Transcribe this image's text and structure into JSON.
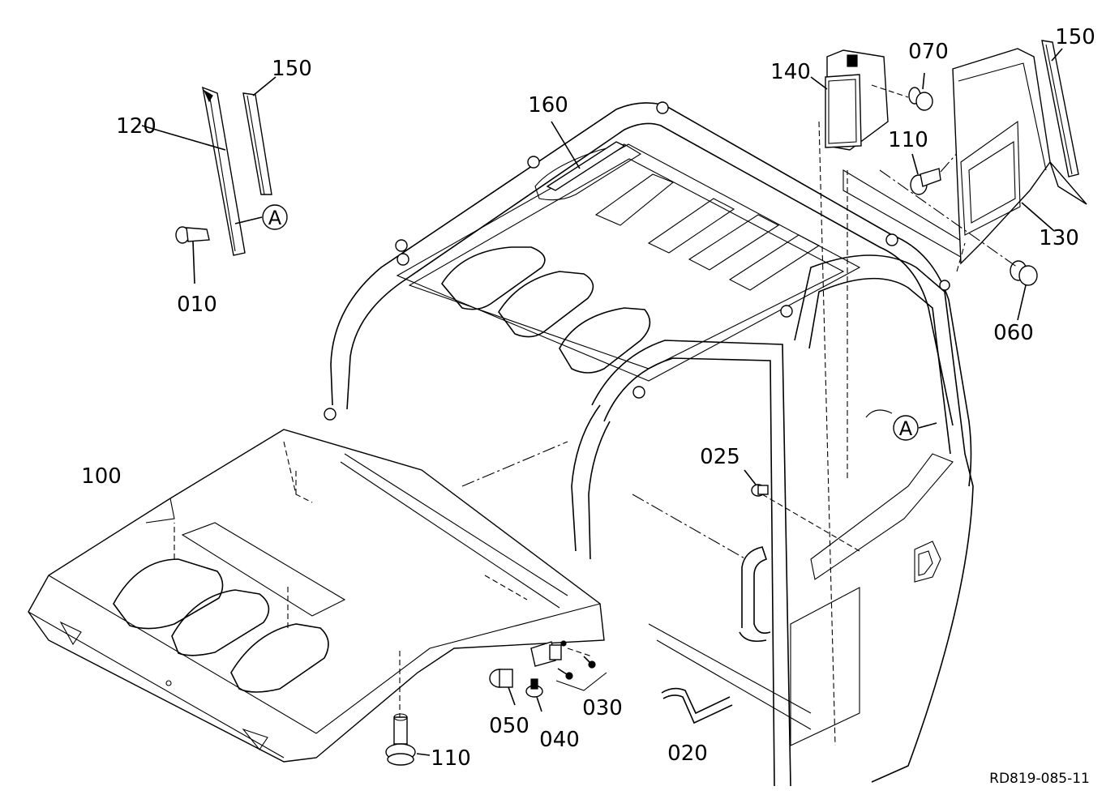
{
  "drawing_code": "RD819-085-11",
  "part_labels": {
    "p150_left": "150",
    "p120": "120",
    "p010": "010",
    "p160": "160",
    "p140": "140",
    "p070": "070",
    "p150_right": "150",
    "p110_top": "110",
    "p130": "130",
    "p060": "060",
    "p100": "100",
    "p025": "025",
    "p030": "030",
    "p050": "050",
    "p040": "040",
    "p020": "020",
    "p110_bottom": "110"
  },
  "reference_marks": {
    "ref_a_left": "A",
    "ref_a_right": "A"
  }
}
